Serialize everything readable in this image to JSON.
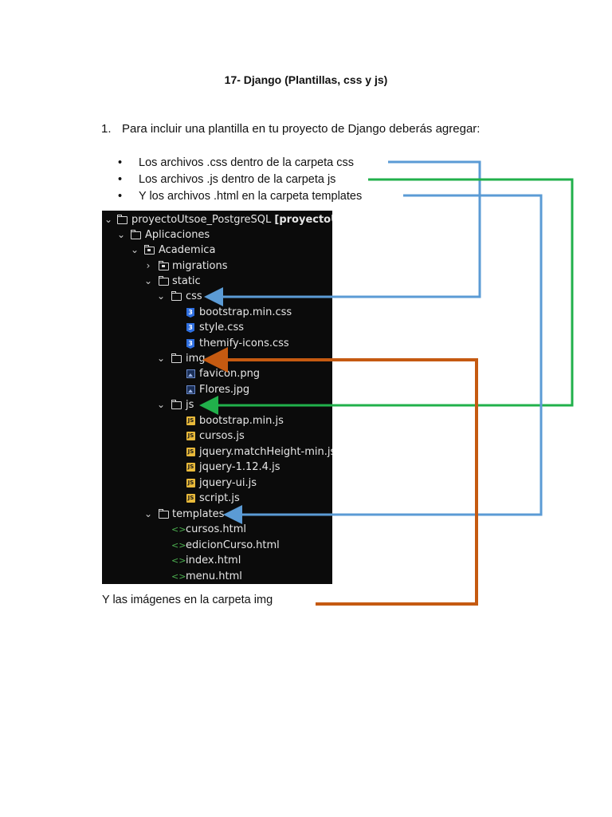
{
  "title": "17- Django (Plantillas, css y js)",
  "step": {
    "number": "1.",
    "text": "Para incluir una plantilla en tu proyecto de Django deberás agregar:"
  },
  "bullets": [
    {
      "marker": "•",
      "text": "Los archivos .css dentro de la carpeta css"
    },
    {
      "marker": "•",
      "text": "Los archivos .js dentro de la carpeta js"
    },
    {
      "marker": "•",
      "text": "Y los archivos .html en la carpeta templates"
    }
  ],
  "tail_text": "Y las imágenes en la carpeta img",
  "tree": {
    "root_name": "proyectoUtsoe_PostgreSQL",
    "root_bold": "[proyectoUts",
    "aplicaciones": "Aplicaciones",
    "academica": "Academica",
    "migrations": "migrations",
    "static": "static",
    "css": "css",
    "css_files": [
      "bootstrap.min.css",
      "style.css",
      "themify-icons.css"
    ],
    "img": "img",
    "img_files": [
      "favicon.png",
      "Flores.jpg"
    ],
    "js": "js",
    "js_files": [
      "bootstrap.min.js",
      "cursos.js",
      "jquery.matchHeight-min.js",
      "jquery-1.12.4.js",
      "jquery-ui.js",
      "script.js"
    ],
    "templates": "templates",
    "template_files": [
      "cursos.html",
      "edicionCurso.html",
      "index.html",
      "menu.html"
    ],
    "icons": {
      "chevron_open": "⌄",
      "chevron_closed": "›",
      "css_glyph": "3",
      "js_glyph": "JS",
      "html_glyph": "<>"
    }
  },
  "colors": {
    "blue_arrow": "#5b9bd5",
    "green_arrow": "#21b04b",
    "orange_arrow": "#c55a11",
    "tree_bg": "#0b0b0b"
  }
}
